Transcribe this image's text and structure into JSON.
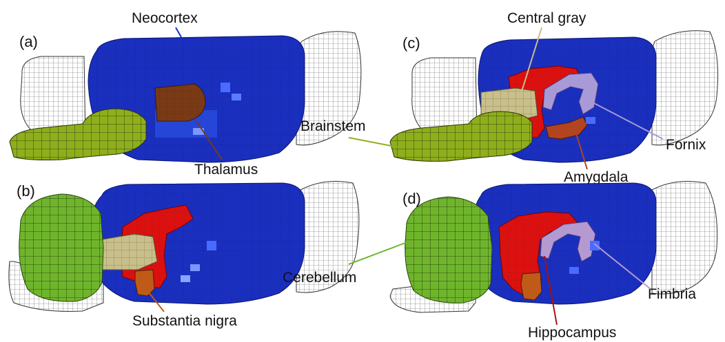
{
  "panels": [
    {
      "label": "(a)"
    },
    {
      "label": "(b)"
    },
    {
      "label": "(c)"
    },
    {
      "label": "(d)"
    }
  ],
  "structures": {
    "neocortex": {
      "name": "Neocortex",
      "color": "#1a2fbe"
    },
    "thalamus": {
      "name": "Thalamus",
      "color": "#7a3a16"
    },
    "substantia_nigra": {
      "name": "Substantia nigra",
      "color": "#c05a18"
    },
    "brainstem": {
      "name": "Brainstem",
      "color": "#8fae1c"
    },
    "cerebellum": {
      "name": "Cerebellum",
      "color": "#6fb52c"
    },
    "central_gray": {
      "name": "Central gray",
      "color": "#c8bf8a"
    },
    "fornix": {
      "name": "Fornix",
      "color": "#a79ad6"
    },
    "amygdala": {
      "name": "Amygdala",
      "color": "#b24420"
    },
    "fimbria": {
      "name": "Fimbria",
      "color": "#b49ad0"
    },
    "hippocampus": {
      "name": "Hippocampus",
      "color": "#dd1010"
    }
  }
}
